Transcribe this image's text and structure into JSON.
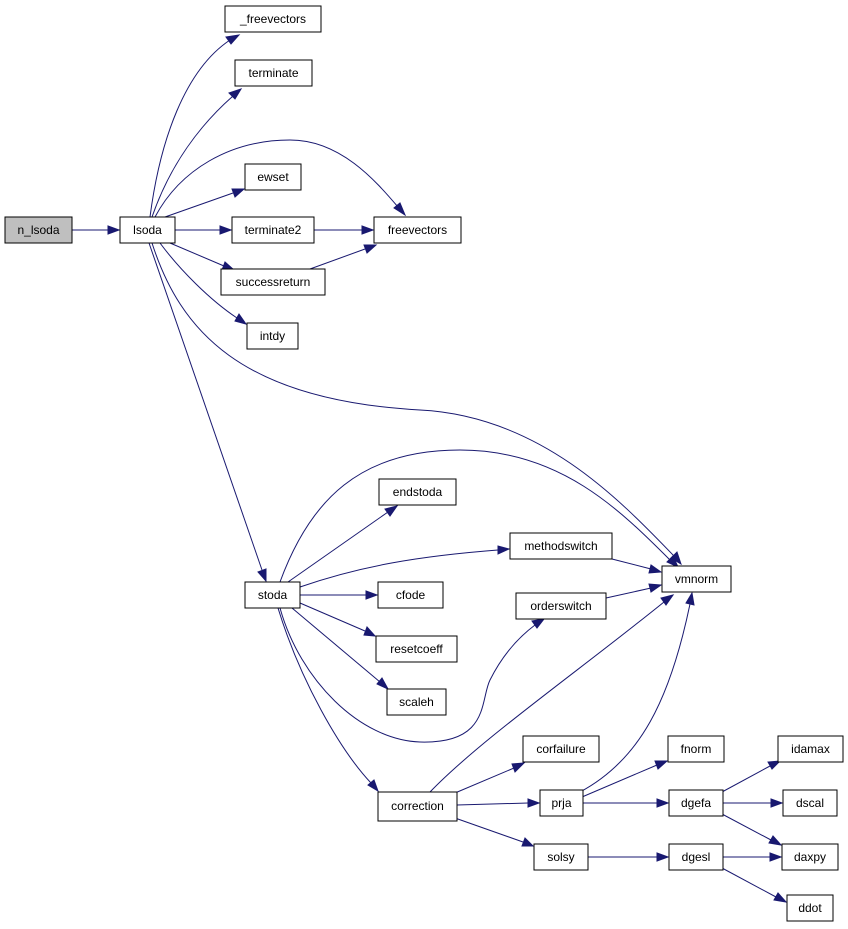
{
  "colors": {
    "edge": "#191970",
    "node_border": "#000000",
    "node_fill": "#ffffff",
    "root_fill": "#bfbfbf"
  },
  "nodes": {
    "n_lsoda": "n_lsoda",
    "lsoda": "lsoda",
    "_freevectors": "_freevectors",
    "terminate": "terminate",
    "ewset": "ewset",
    "terminate2": "terminate2",
    "freevectors": "freevectors",
    "successreturn": "successreturn",
    "intdy": "intdy",
    "endstoda": "endstoda",
    "methodswitch": "methodswitch",
    "vmnorm": "vmnorm",
    "stoda": "stoda",
    "cfode": "cfode",
    "orderswitch": "orderswitch",
    "resetcoeff": "resetcoeff",
    "scaleh": "scaleh",
    "corfailure": "corfailure",
    "fnorm": "fnorm",
    "idamax": "idamax",
    "correction": "correction",
    "prja": "prja",
    "dgefa": "dgefa",
    "dscal": "dscal",
    "solsy": "solsy",
    "dgesl": "dgesl",
    "daxpy": "daxpy",
    "ddot": "ddot"
  }
}
